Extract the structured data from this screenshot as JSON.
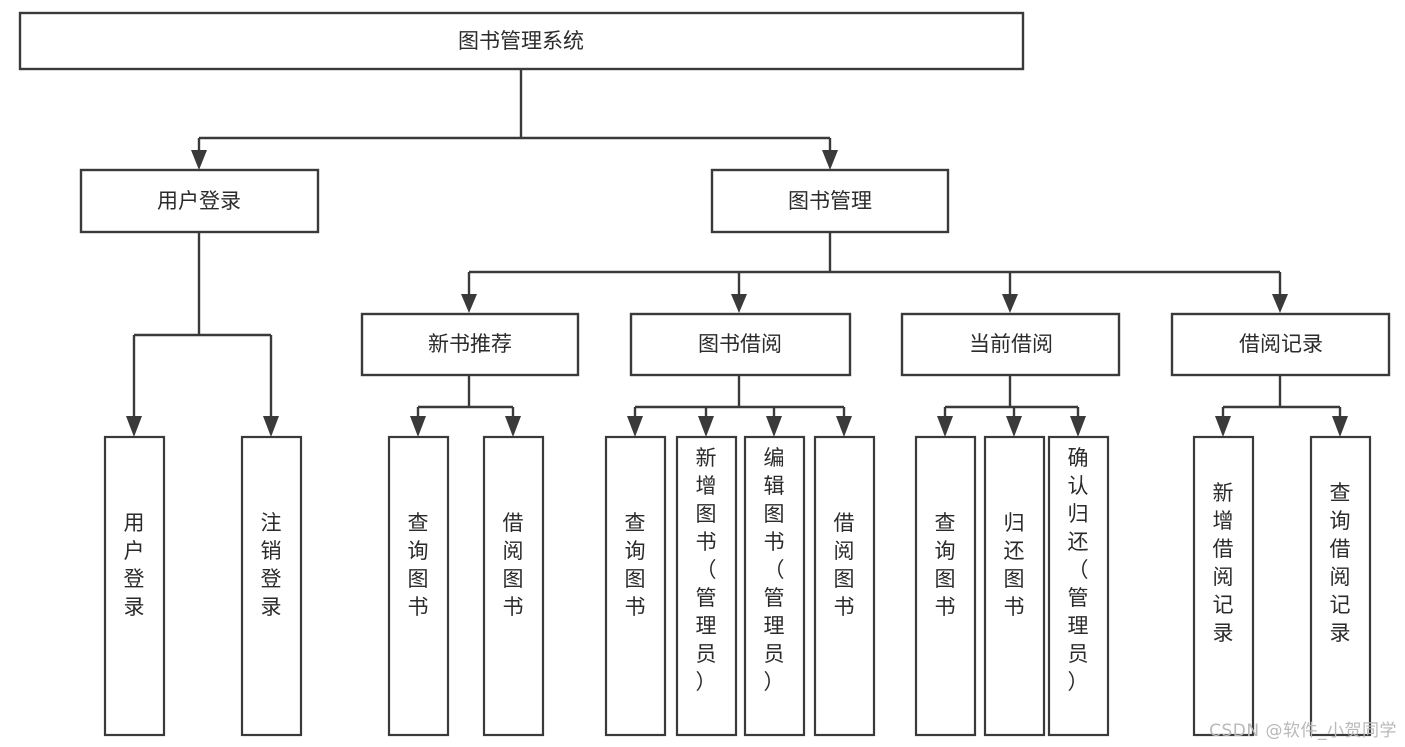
{
  "diagram": {
    "type": "tree-hierarchy",
    "title": "图书管理系统",
    "orientation": "top-down",
    "colors": {
      "stroke": "#3a3a3a",
      "fill": "#ffffff",
      "text": "#2b2b2b",
      "watermark": "#b9b9b9",
      "background": "#ffffff"
    },
    "levels": [
      {
        "level": 1,
        "nodes": [
          {
            "id": "root",
            "label": "图书管理系统",
            "orientation": "horizontal"
          }
        ]
      },
      {
        "level": 2,
        "nodes": [
          {
            "id": "user-login",
            "label": "用户登录",
            "orientation": "horizontal",
            "parent": "root"
          },
          {
            "id": "book-manage",
            "label": "图书管理",
            "orientation": "horizontal",
            "parent": "root"
          }
        ]
      },
      {
        "level": 3,
        "nodes": [
          {
            "id": "new-book-rec",
            "label": "新书推荐",
            "orientation": "horizontal",
            "parent": "book-manage"
          },
          {
            "id": "book-borrow",
            "label": "图书借阅",
            "orientation": "horizontal",
            "parent": "book-manage"
          },
          {
            "id": "current-borrow",
            "label": "当前借阅",
            "orientation": "horizontal",
            "parent": "book-manage"
          },
          {
            "id": "borrow-record",
            "label": "借阅记录",
            "orientation": "horizontal",
            "parent": "book-manage"
          }
        ]
      },
      {
        "level": 4,
        "nodes": [
          {
            "id": "leaf-user-login",
            "label": "用户登录",
            "orientation": "vertical",
            "parent": "user-login"
          },
          {
            "id": "leaf-logout",
            "label": "注销登录",
            "orientation": "vertical",
            "parent": "user-login"
          },
          {
            "id": "leaf-query-book-1",
            "label": "查询图书",
            "orientation": "vertical",
            "parent": "new-book-rec"
          },
          {
            "id": "leaf-borrow-book-1",
            "label": "借阅图书",
            "orientation": "vertical",
            "parent": "new-book-rec"
          },
          {
            "id": "leaf-query-book-2",
            "label": "查询图书",
            "orientation": "vertical",
            "parent": "book-borrow"
          },
          {
            "id": "leaf-add-book",
            "label": "新增图书（管理员）",
            "orientation": "vertical",
            "parent": "book-borrow"
          },
          {
            "id": "leaf-edit-book",
            "label": "编辑图书（管理员）",
            "orientation": "vertical",
            "parent": "book-borrow"
          },
          {
            "id": "leaf-borrow-book-2",
            "label": "借阅图书",
            "orientation": "vertical",
            "parent": "book-borrow"
          },
          {
            "id": "leaf-query-book-3",
            "label": "查询图书",
            "orientation": "vertical",
            "parent": "current-borrow"
          },
          {
            "id": "leaf-return-book",
            "label": "归还图书",
            "orientation": "vertical",
            "parent": "current-borrow"
          },
          {
            "id": "leaf-confirm-return",
            "label": "确认归还（管理员）",
            "orientation": "vertical",
            "parent": "current-borrow"
          },
          {
            "id": "leaf-add-record",
            "label": "新增借阅记录",
            "orientation": "vertical",
            "parent": "borrow-record"
          },
          {
            "id": "leaf-query-record",
            "label": "查询借阅记录",
            "orientation": "vertical",
            "parent": "borrow-record"
          }
        ]
      }
    ]
  },
  "labels": {
    "root": "图书管理系统",
    "user_login": "用户登录",
    "book_manage": "图书管理",
    "new_book_rec": "新书推荐",
    "book_borrow": "图书借阅",
    "current_borrow": "当前借阅",
    "borrow_record": "借阅记录",
    "leaf_user_login": [
      "用",
      "户",
      "登",
      "录"
    ],
    "leaf_logout": [
      "注",
      "销",
      "登",
      "录"
    ],
    "leaf_query_book_1": [
      "查",
      "询",
      "图",
      "书"
    ],
    "leaf_borrow_book_1": [
      "借",
      "阅",
      "图",
      "书"
    ],
    "leaf_query_book_2": [
      "查",
      "询",
      "图",
      "书"
    ],
    "leaf_add_book": [
      "新",
      "增",
      "图",
      "书",
      "（",
      "管",
      "理",
      "员",
      "）"
    ],
    "leaf_edit_book": [
      "编",
      "辑",
      "图",
      "书",
      "（",
      "管",
      "理",
      "员",
      "）"
    ],
    "leaf_borrow_book_2": [
      "借",
      "阅",
      "图",
      "书"
    ],
    "leaf_query_book_3": [
      "查",
      "询",
      "图",
      "书"
    ],
    "leaf_return_book": [
      "归",
      "还",
      "图",
      "书"
    ],
    "leaf_confirm_return": [
      "确",
      "认",
      "归",
      "还",
      "（",
      "管",
      "理",
      "员",
      "）"
    ],
    "leaf_add_record": [
      "新",
      "增",
      "借",
      "阅",
      "记",
      "录"
    ],
    "leaf_query_record": [
      "查",
      "询",
      "借",
      "阅",
      "记",
      "录"
    ]
  },
  "watermark": {
    "text": "CSDN @软件_小贺同学"
  }
}
